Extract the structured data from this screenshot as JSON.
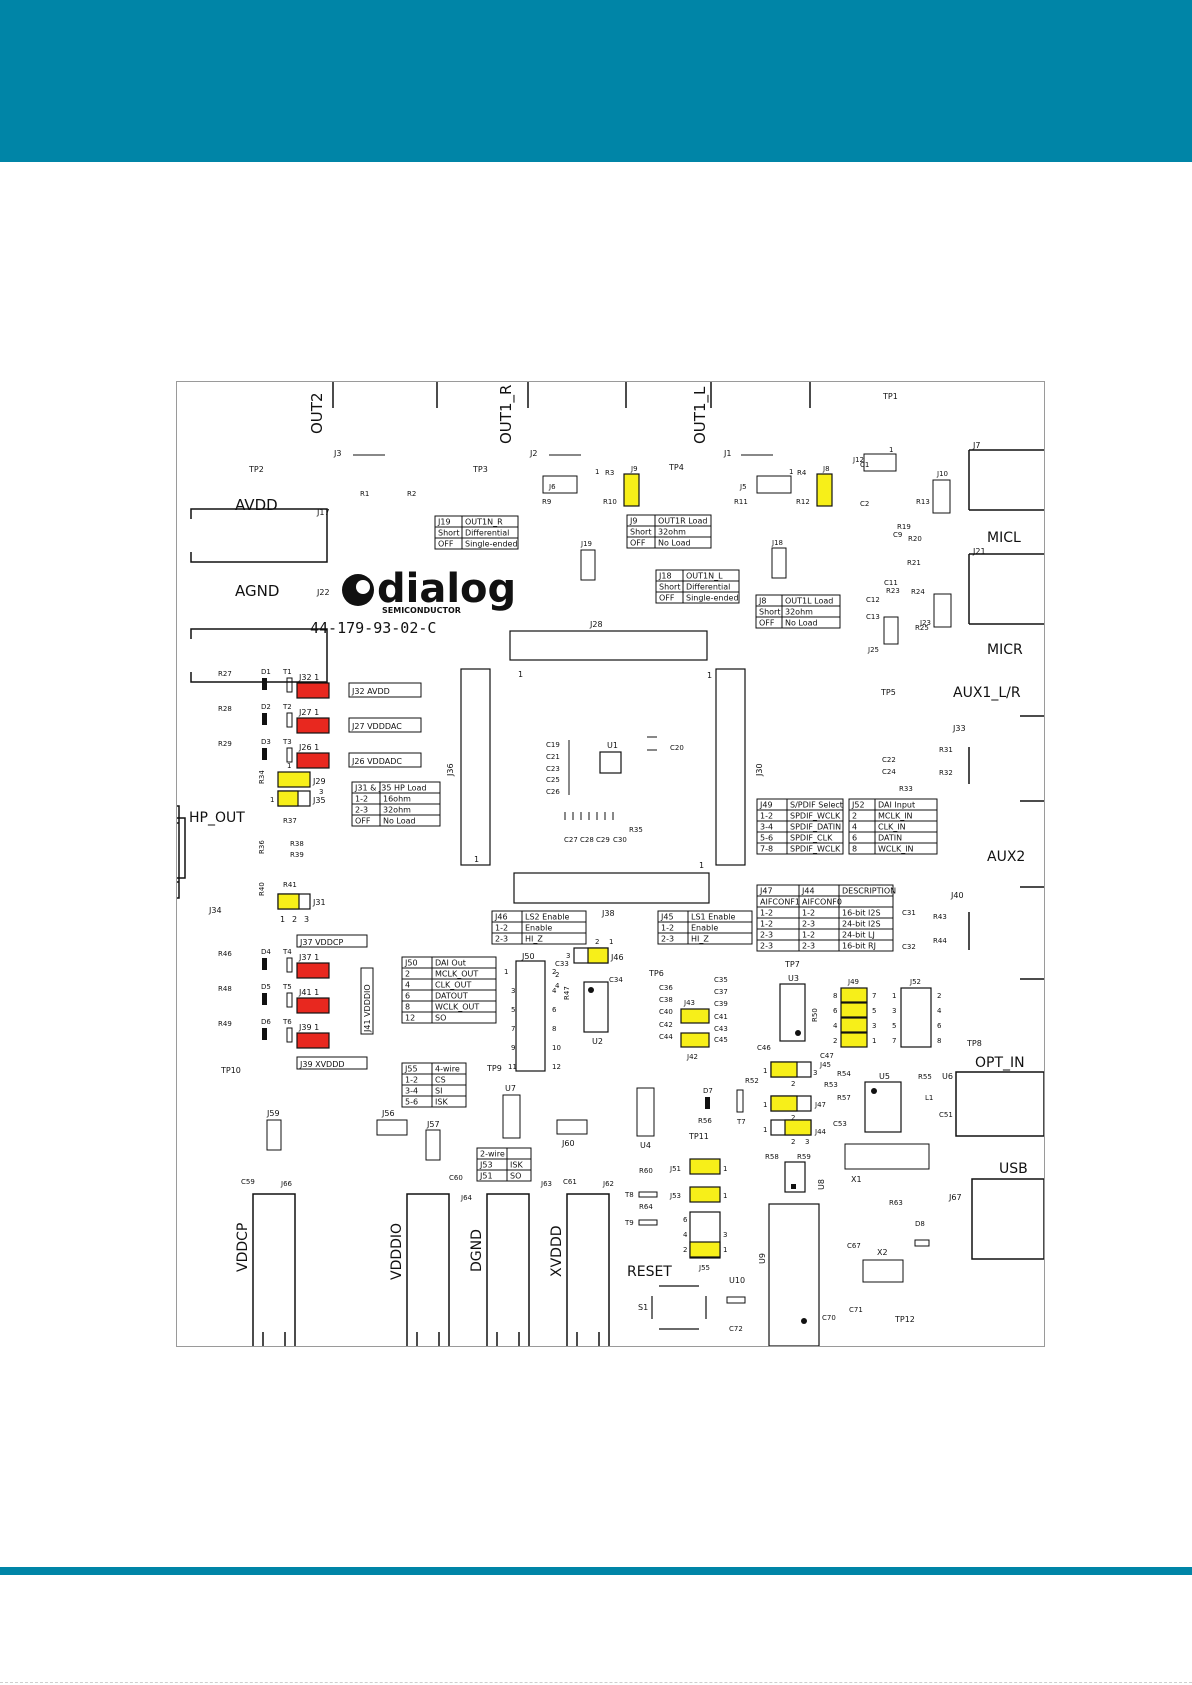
{
  "colors": {
    "banner": "#0085a7",
    "jumper_power": "#e8281f",
    "jumper_config": "#f7ef19"
  },
  "logo": {
    "name": "dialog",
    "sub": "SEMICONDUCTOR",
    "part_number": "44-179-93-02-C"
  },
  "connectors": {
    "out2": "OUT2",
    "out1_r": "OUT1_R",
    "out1_l": "OUT1_L",
    "avdd": "AVDD",
    "agnd": "AGND",
    "micl": "MICL",
    "micr": "MICR",
    "aux1": "AUX1_L/R",
    "aux2": "AUX2",
    "hp_out": "HP_OUT",
    "opt_in": "OPT_IN",
    "usb": "USB",
    "vddcp": "VDDCP",
    "vddio": "VDDDIO",
    "dgnd": "DGND",
    "xvddd": "XVDDD",
    "reset": "RESET"
  },
  "tables": {
    "j19": [
      [
        "J19",
        "OUT1N_R"
      ],
      [
        "Short",
        "Differential"
      ],
      [
        "OFF",
        "Single-ended"
      ]
    ],
    "j9": [
      [
        "J9",
        "OUT1R Load"
      ],
      [
        "Short",
        "32ohm"
      ],
      [
        "OFF",
        "No Load"
      ]
    ],
    "j18": [
      [
        "J18",
        "OUT1N_L"
      ],
      [
        "Short",
        "Differential"
      ],
      [
        "OFF",
        "Single-ended"
      ]
    ],
    "j8": [
      [
        "J8",
        "OUT1L Load"
      ],
      [
        "Short",
        "32ohm"
      ],
      [
        "OFF",
        "No Load"
      ]
    ],
    "hp": [
      [
        "J31 & J35 HP Load",
        ""
      ],
      [
        "1-2",
        "16ohm"
      ],
      [
        "2-3",
        "32ohm"
      ],
      [
        "OFF",
        "No Load"
      ]
    ],
    "j46": [
      [
        "J46",
        "LS2 Enable"
      ],
      [
        "1-2",
        "Enable"
      ],
      [
        "2-3",
        "HI_Z"
      ]
    ],
    "j45": [
      [
        "J45",
        "LS1 Enable"
      ],
      [
        "1-2",
        "Enable"
      ],
      [
        "2-3",
        "HI_Z"
      ]
    ],
    "j49": [
      [
        "J49",
        "S/PDIF Select"
      ],
      [
        "1-2",
        "SPDIF_WCLK"
      ],
      [
        "3-4",
        "SPDIF_DATIN"
      ],
      [
        "5-6",
        "SPDIF_CLK"
      ],
      [
        "7-8",
        "SPDIF_WCLK"
      ]
    ],
    "j52": [
      [
        "J52",
        "DAI Input"
      ],
      [
        "2",
        "MCLK_IN"
      ],
      [
        "4",
        "CLK_IN"
      ],
      [
        "6",
        "DATIN"
      ],
      [
        "8",
        "WCLK_IN"
      ]
    ],
    "aif": [
      [
        "J47",
        "J44",
        "DESCRIPTION"
      ],
      [
        "AIFCONF1",
        "AIFCONF0",
        ""
      ],
      [
        "1-2",
        "1-2",
        "16-bit I2S"
      ],
      [
        "1-2",
        "2-3",
        "24-bit I2S"
      ],
      [
        "2-3",
        "1-2",
        "24-bit LJ"
      ],
      [
        "2-3",
        "2-3",
        "16-bit RJ"
      ]
    ],
    "j50": [
      [
        "J50",
        "DAI Out"
      ],
      [
        "2",
        "MCLK_OUT"
      ],
      [
        "4",
        "CLK_OUT"
      ],
      [
        "6",
        "DATOUT"
      ],
      [
        "8",
        "WCLK_OUT"
      ],
      [
        "12",
        "SO"
      ]
    ],
    "j55": [
      [
        "J55",
        "4-wire"
      ],
      [
        "1-2",
        "CS"
      ],
      [
        "3-4",
        "SI"
      ],
      [
        "5-6",
        "ISK"
      ]
    ],
    "twowire": [
      [
        "2-wire",
        ""
      ],
      [
        "J53",
        "ISK"
      ],
      [
        "J51",
        "SO"
      ]
    ]
  },
  "power_jumpers": [
    {
      "ref": "J32",
      "label": "AVDD"
    },
    {
      "ref": "J27",
      "label": "VDDDAC"
    },
    {
      "ref": "J26",
      "label": "VDDADC"
    }
  ],
  "io_jumpers": [
    {
      "ref": "J37",
      "label": "VDDCP"
    },
    {
      "ref": "J41",
      "label": "VDDDIO"
    },
    {
      "ref": "J39",
      "label": "XVDDD"
    }
  ],
  "refdes": {
    "j28": "J28",
    "j38": "J38",
    "j36": "J36",
    "j30": "J30",
    "j50": "J50",
    "u1": "U1",
    "u2": "U2",
    "u3": "U3",
    "u4": "U4",
    "u5": "U5",
    "u6": "U6",
    "u7": "U7",
    "u8": "U8",
    "u9": "U9",
    "u10": "U10",
    "tp1": "TP1",
    "tp2": "TP2",
    "tp3": "TP3",
    "tp4": "TP4",
    "tp5": "TP5",
    "tp6": "TP6",
    "tp7": "TP7",
    "tp8": "TP8",
    "tp9": "TP9",
    "tp10": "TP10",
    "tp11": "TP11",
    "tp12": "TP12",
    "j3": "J3",
    "j2": "J2",
    "j1": "J1",
    "j7": "J7",
    "j21": "J21",
    "j33": "J33",
    "j40": "J40",
    "j34": "J34",
    "j17": "J17",
    "j22": "J22",
    "j59": "J59",
    "j66": "J66",
    "j64": "J64",
    "j63": "J63",
    "j62": "J62",
    "j67": "J67",
    "j56": "J56",
    "j57": "J57",
    "j60": "J60",
    "x1": "X1",
    "x2": "X2",
    "s1": "S1"
  }
}
